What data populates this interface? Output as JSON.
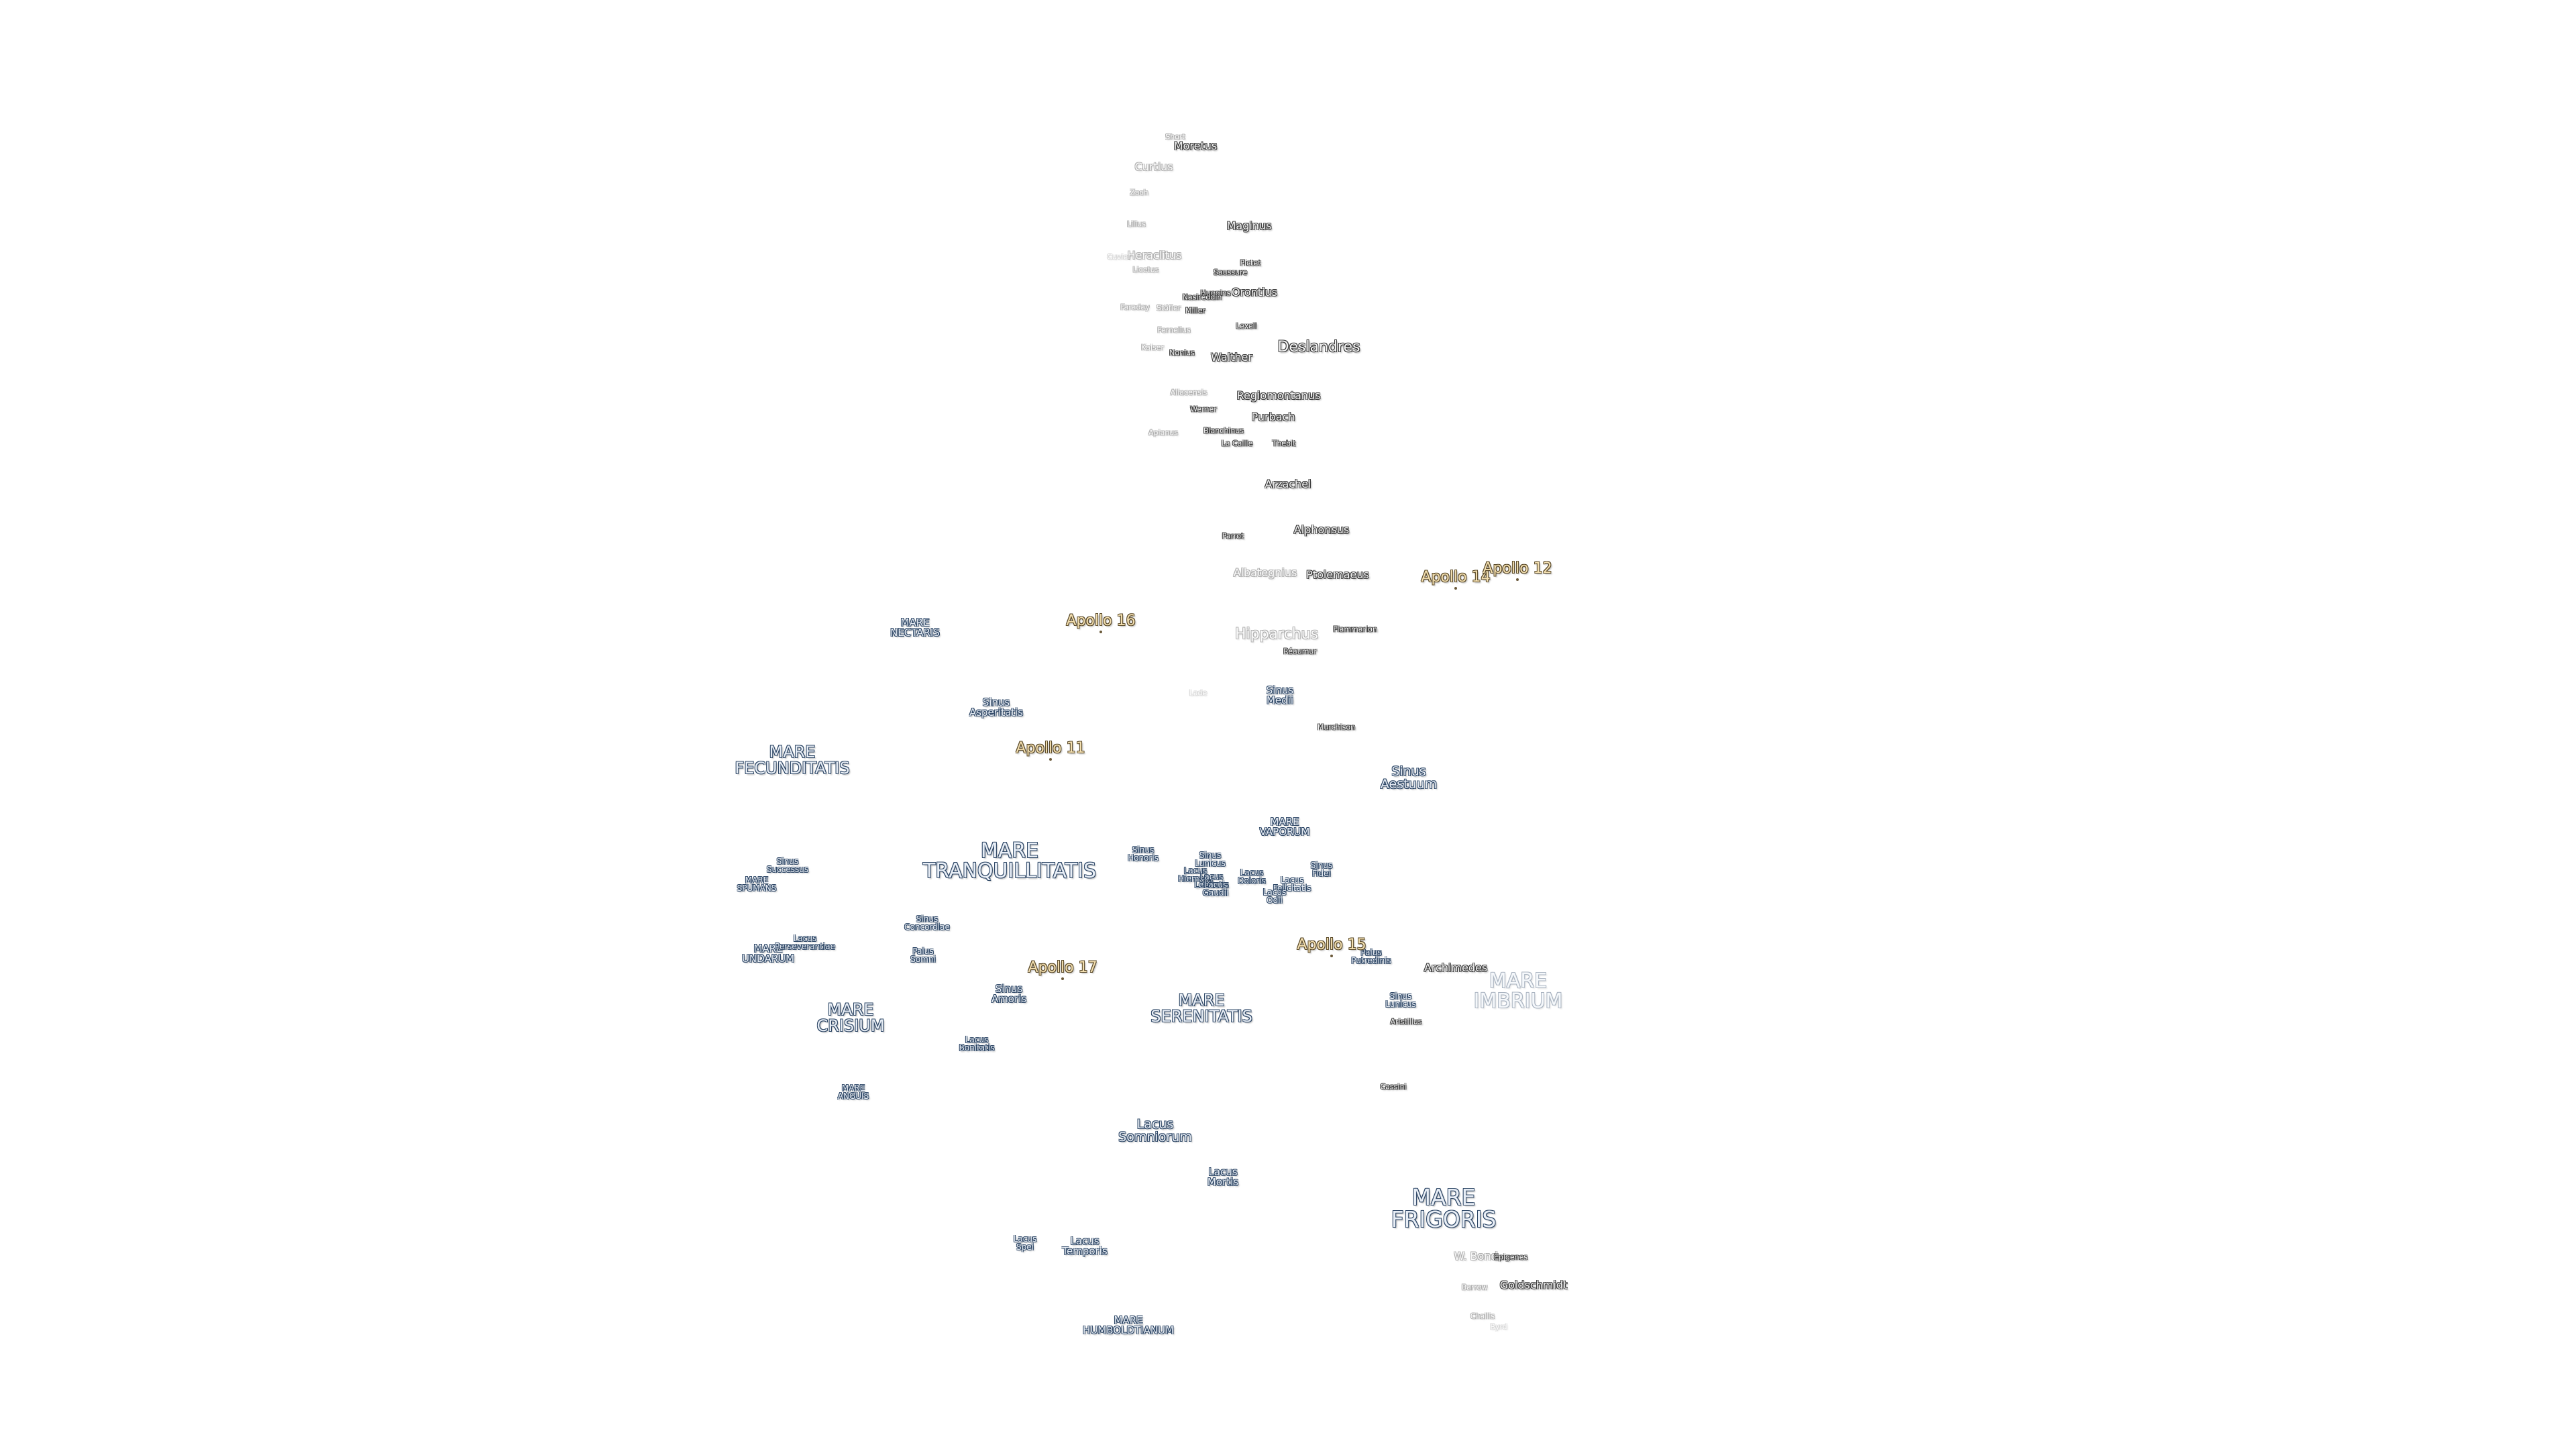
{
  "colors": {
    "background": "#ffffff",
    "mare_text": "#e8eef6",
    "crater_text": "#f4f4f4",
    "apollo_text": "#f3dfb0"
  },
  "labels": {
    "mare_nectaris": "MARE\nNECTARIS",
    "mare_fecunditatis": "MARE\nFECUNDITATIS",
    "mare_tranquillitatis": "MARE\nTRANQUILLITATIS",
    "mare_spumans": "MARE\nSPUMANS",
    "mare_undarum": "MARE\nUNDARUM",
    "mare_crisium": "MARE\nCRISIUM",
    "mare_anguis": "MARE\nANGUIS",
    "mare_serenitatis": "MARE\nSERENITATIS",
    "mare_vaporum": "MARE\nVAPORUM",
    "mare_imbrium": "MARE\nIMBRIUM",
    "mare_frigoris": "MARE\nFRIGORIS",
    "mare_humboldtianum": "MARE\nHUMBOLDTIANUM",
    "sinus_asperitatis": "Sinus\nAsperitatis",
    "sinus_medii": "Sinus\nMedii",
    "sinus_aestuum": "Sinus\nAestuum",
    "sinus_successus": "Sinus\nSuccessus",
    "sinus_concordiae": "Sinus\nConcordiae",
    "sinus_amoris": "Sinus\nAmoris",
    "sinus_honoris": "Sinus\nHonoris",
    "sinus_fidei": "Sinus\nFidei",
    "sinus_lunicus": "Sinus\nLunicus",
    "lacus_perseverantiae": "Lacus\nPerseverantiae",
    "lacus_bonitatis": "Lacus\nBonitatis",
    "lacus_somniorum": "Lacus\nSomniorum",
    "lacus_mortis": "Lacus\nMortis",
    "lacus_spei": "Lacus\nSpei",
    "lacus_temporis": "Lacus\nTemporis",
    "lacus_lenitatis": "Lacus\nLenitatis",
    "lacus_hiemalis": "Lacus\nHiemalis",
    "lacus_gaudii": "Lacus\nGaudii",
    "lacus_doloris": "Lacus\nDoloris",
    "lacus_felicitatis": "Lacus\nFelicitatis",
    "lacus_odii": "Lacus\nOdii",
    "palus_somni": "Palus\nSomni",
    "palus_putredinis": "Palus\nPutredinis",
    "apollo_11": "Apollo 11",
    "apollo_12": "Apollo 12",
    "apollo_14": "Apollo 14",
    "apollo_15": "Apollo 15",
    "apollo_16": "Apollo 16",
    "apollo_17": "Apollo 17",
    "short": "Short",
    "moretus": "Moretus",
    "curtius": "Curtius",
    "zach": "Zach",
    "lilius": "Lilius",
    "maginus": "Maginus",
    "heraclitus": "Heraclitus",
    "licetus": "Licetus",
    "cuvier": "Cuvier",
    "pictet": "Pictet",
    "saussure": "Saussure",
    "huggins": "Huggins",
    "nasireddin": "Nasireddin",
    "orontius": "Orontius",
    "stofler": "Stöfler",
    "faraday": "Faraday",
    "miller": "Miller",
    "lexell": "Lexell",
    "fernelius": "Fernelius",
    "kaiser": "Kaiser",
    "nonius": "Nonius",
    "walther": "Walther",
    "deslandres": "Deslandres",
    "aliacensis": "Aliacensis",
    "regiomontanus": "Regiomontanus",
    "werner": "Werner",
    "purbach": "Purbach",
    "apianus": "Apianus",
    "blanchinus": "Blanchinus",
    "la_caille": "La Caille",
    "thebit": "Thebit",
    "arzachel": "Arzachel",
    "parrot": "Parrot",
    "alphonsus": "Alphonsus",
    "albategnius": "Albategnius",
    "ptolemaeus": "Ptolemaeus",
    "hipparchus": "Hipparchus",
    "flammarion": "Flammarion",
    "reaumur": "Réaumur",
    "lade": "Lade",
    "murchison": "Murchison",
    "archimedes": "Archimedes",
    "aristillus": "Aristillus",
    "cassini": "Cassini",
    "w_bond": "W. Bond",
    "epigenes": "Epigenes",
    "barrow": "Barrow",
    "goldschmidt": "Goldschmidt",
    "challis": "Challis",
    "byrd": "Byrd"
  }
}
